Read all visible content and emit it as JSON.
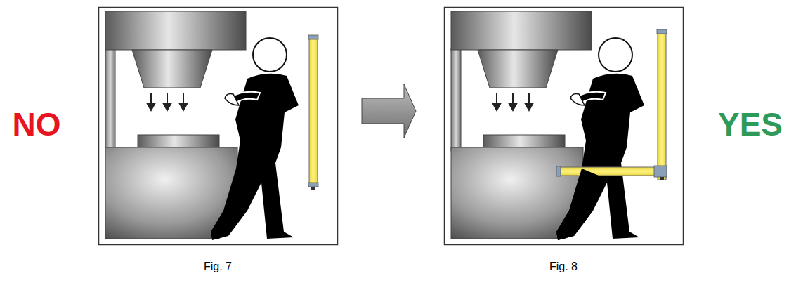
{
  "diagram": {
    "labels": [
      "NO",
      "YES",
      "Fig. 7",
      "Fig. 8"
    ]
  }
}
